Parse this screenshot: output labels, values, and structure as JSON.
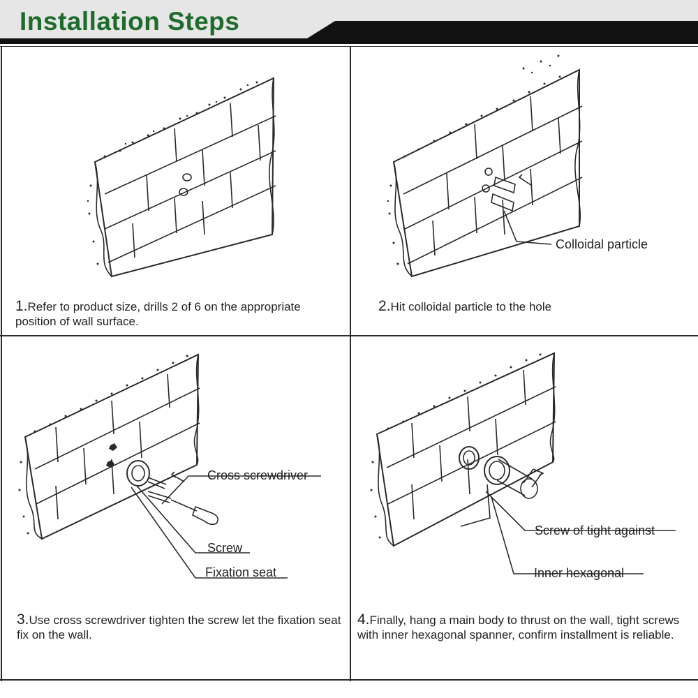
{
  "header": {
    "title": "Installation Steps"
  },
  "colors": {
    "title_green": "#1e6b2b",
    "banner_dark": "#111111",
    "banner_light": "#e4e4e4",
    "line": "#2a2a2a"
  },
  "steps": [
    {
      "number": "1.",
      "text": "Refer to product size, drills 2 of  6 on the appropriate position of wall surface."
    },
    {
      "number": "2.",
      "text": "Hit colloidal particle to the hole"
    },
    {
      "number": "3.",
      "text": "Use cross screwdriver tighten the screw let the fixation seat fix on the wall."
    },
    {
      "number": "4.",
      "text": "Finally, hang a main body to thrust on the wall, tight screws with inner hexagonal spanner, confirm installment is reliable."
    }
  ],
  "callouts": {
    "colloidal_particle": "Colloidal particle",
    "cross_screwdriver": "Cross screwdriver",
    "screw": "Screw",
    "fixation_seat": "Fixation seat",
    "screw_tight": "Screw of tight against",
    "inner_hexagonal": "Inner hexagonal"
  }
}
